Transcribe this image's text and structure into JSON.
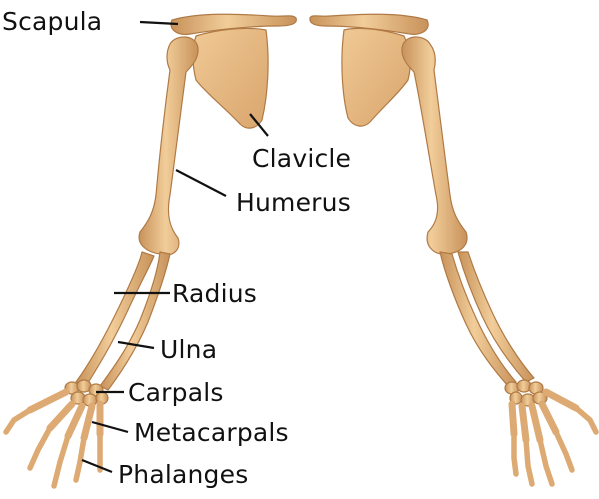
{
  "labels": {
    "scapula": "Scapula",
    "clavicle": "Clavicle",
    "humerus": "Humerus",
    "radius": "Radius",
    "ulna": "Ulna",
    "carpals": "Carpals",
    "metacarpals": "Metacarpals",
    "phalanges": "Phalanges"
  },
  "colors": {
    "bone": "#e8bc84",
    "bone_shade": "#c8925a",
    "bone_outline": "#b07a45",
    "leader_line": "#111111"
  }
}
